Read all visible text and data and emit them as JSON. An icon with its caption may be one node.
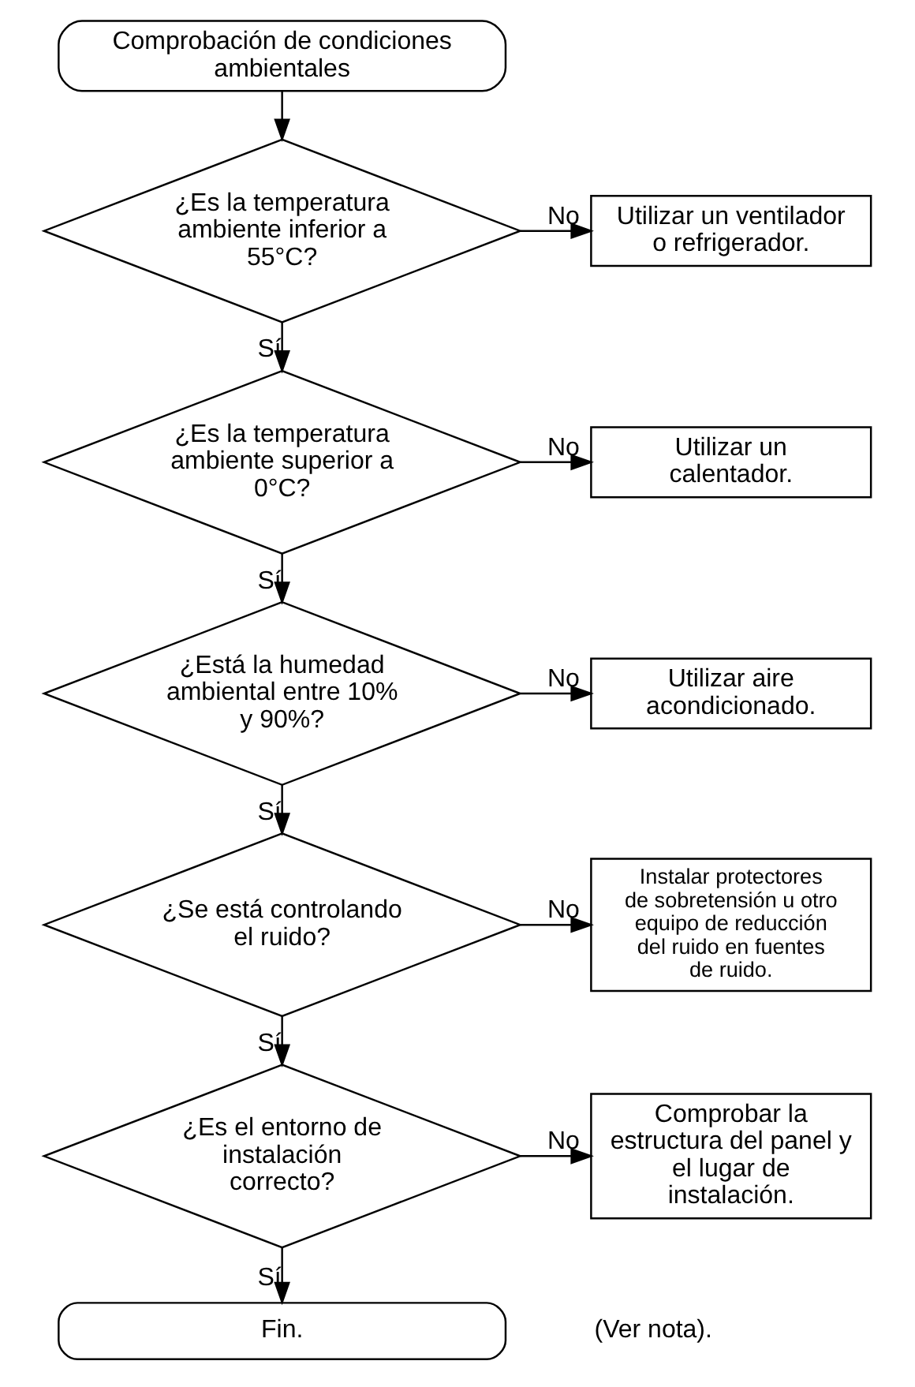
{
  "diagram": {
    "nodes": [
      {
        "text": [
          "Comprobación de condiciones ambientales"
        ]
      },
      {
        "text": [
          "¿Es la temperatura ambiente inferior a 55°C?"
        ]
      },
      {
        "text": [
          "Utilizar un ventilador o refrigerador."
        ]
      },
      {
        "text": [
          "¿Es la temperatura ambiente superior a 0°C?"
        ]
      },
      {
        "text": [
          "Utilizar un calentador."
        ]
      },
      {
        "text": [
          "¿Está la humedad ambiental entre 10% y 90%?"
        ]
      },
      {
        "text": [
          "Utilizar aire acondicionado."
        ]
      },
      {
        "text": [
          "¿Se está controlando el ruido?"
        ]
      },
      {
        "text": [
          "Instalar protectores de sobretensión u otro equipo de reducción del ruido en fuentes de ruido."
        ]
      },
      {
        "text": [
          "¿Es el entorno de instalación correcto?"
        ]
      },
      {
        "text": [
          "Comprobar la estructura del panel y el lugar de instalación."
        ]
      },
      {
        "text": [
          "Fin."
        ]
      }
    ],
    "edges": [
      {
        "from": 0,
        "to": 1,
        "arrow": "to"
      },
      {
        "from": 1,
        "to": 2,
        "arrow": "to",
        "label": "No"
      },
      {
        "from": 1,
        "to": 3,
        "arrow": "to",
        "label": "Sí"
      },
      {
        "from": 3,
        "to": 4,
        "arrow": "to",
        "label": "No"
      },
      {
        "from": 3,
        "to": 5,
        "arrow": "to",
        "label": "Sí"
      },
      {
        "from": 5,
        "to": 6,
        "arrow": "to",
        "label": "No"
      },
      {
        "from": 5,
        "to": 7,
        "arrow": "to",
        "label": "Sí"
      },
      {
        "from": 7,
        "to": 8,
        "arrow": "to",
        "label": "No"
      },
      {
        "from": 7,
        "to": 9,
        "arrow": "to",
        "label": "Sí"
      },
      {
        "from": 9,
        "to": 10,
        "arrow": "to",
        "label": "No"
      },
      {
        "from": 9,
        "to": 11,
        "arrow": "to",
        "label": "Sí"
      }
    ],
    "labels": [
      "(Ver nota)."
    ]
  }
}
